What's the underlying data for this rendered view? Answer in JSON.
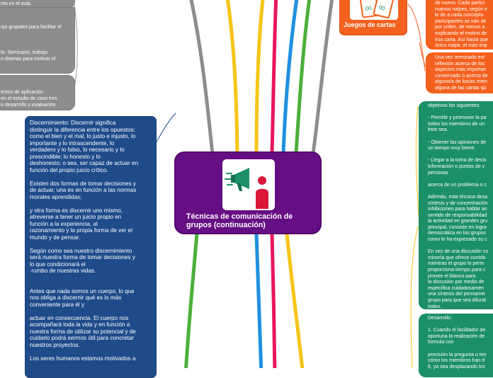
{
  "central_topic": {
    "title": "Técnicas de comunicación de\ngrupos (continuación)",
    "icon": "megaphone-person-icon"
  },
  "gray_notes": [
    {
      "text": "nta en el aula."
    },
    {
      "text": "ojo grupales para facilitar el\n\n\n\nla: Seminario, trabajo\no dramas para motivar el"
    },
    {
      "text": "entos de aplicación\nen el estudio de caso tres\ne desarrollo y evaluación."
    }
  ],
  "blue_note": {
    "text": "Discernimiento: Discernir significa\ndistinguir la diferencia entre los opuestos;\ncomo el bien y el mal, lo justo e injusto, lo\nimportante y lo intrascendente, lo\nverdadero y lo falso, lo necesario y lo\nprescindible; lo honesto y lo\ndeshonesto; o sea, ser capaz de actuar en\nfunción del propio juicio crítico.\n\nExisten dos formas de tomar decisiones y\nde actuar, una es en función a las normas\nmorales aprendidas;\n\ny otra forma es discernir uno mismo,\natreverse a tener un juicio propio en\nfunción a la experiencia, al\nrazonamiento y la propia forma de ver el\nmundo y de pensar.\n\nSegún como sea nuestro discernimiento\nserá nuestra forma de tomar decisiones y\nlo que condicionará el\n rumbo de nuestras vidas.\n\n\nAntes que nada somos un cuerpo, lo que\nnos obliga a discernir qué es lo más\nconveniente para él y\n\nactuar en consecuencia. El cuerpo nos\nacompañará toda la vida y en función a\nnuestra forma de utilizar su potencial y de\ncuidarlo podrá sermos útil para concretar\nnuestros proyectos.\n\nLos seres humanos estamos motivados a"
  },
  "orange_topic": {
    "label": "Juegos de cartas",
    "icon": "playing-cards-icon",
    "card_text": "00"
  },
  "orange_notes": [
    {
      "text": "de nuevo. Cada partici\nnuevos naipes, según e\nle de a cada concepto.\nparticipantes se irán de\npor orden, de menos a\nexplicando el motivo de\nesa carta. Así hasta que\núnico naipe, el más imp"
    },
    {
      "text": "Una vez terminado est\nreflexión acerca de los\naspectos más importan\nconservado o acerca de\nalguno/a de los/as mien\nalguna de las cartas qu"
    }
  ],
  "green_notes": [
    {
      "text": "objetivos los siguientes:\n\n- Permitir y promover la pa\ntodos los miembros de un\néste sea.\n\n- Obtener las opiniones de\nun tiempo muy breve.\n\n- Llegar a la toma de decis\ninformación o puntos de v\npersonas\n\nacerca de un problema o c\n\nAdemás, esta técnica desa\nsíntesis y de concentración\ninhibiciones para hablar an\nsentido de responsabilidad\nla actividad en grandes gru\nprincipal, consiste en logra\ndemocrática en los grupos\ncomo lo ha expresado su c\n\nEn vez de una discusión co\nminoría que ofrece contrib\nmientras el grupo lo perm\nproporciona tiempo para c\nprovee el blanco para\nla discusión por medio de\nespecífica cuidadosamen\nuna síntesis del pensamie\ngrupo para que sea difund\ntodos."
    },
    {
      "text": "Desarrollo:\n\n1. Cuando el facilitador de\noportuna la realización de\nformula con\n\nprecisión la pregunta o ten\ncómo los miembros han d\n6, ya sea desplazando los"
    }
  ],
  "colors": {
    "central": "#660e83",
    "blue": "#1e4b8a",
    "orange": "#f4611f",
    "green": "#1b8f68",
    "gray": "#8d8d8d",
    "branch_yellow": "#f5c518",
    "branch_pink": "#e8175d",
    "branch_blue": "#1e90e0",
    "branch_green": "#4caf3a",
    "branch_gray": "#8d8d8d"
  }
}
